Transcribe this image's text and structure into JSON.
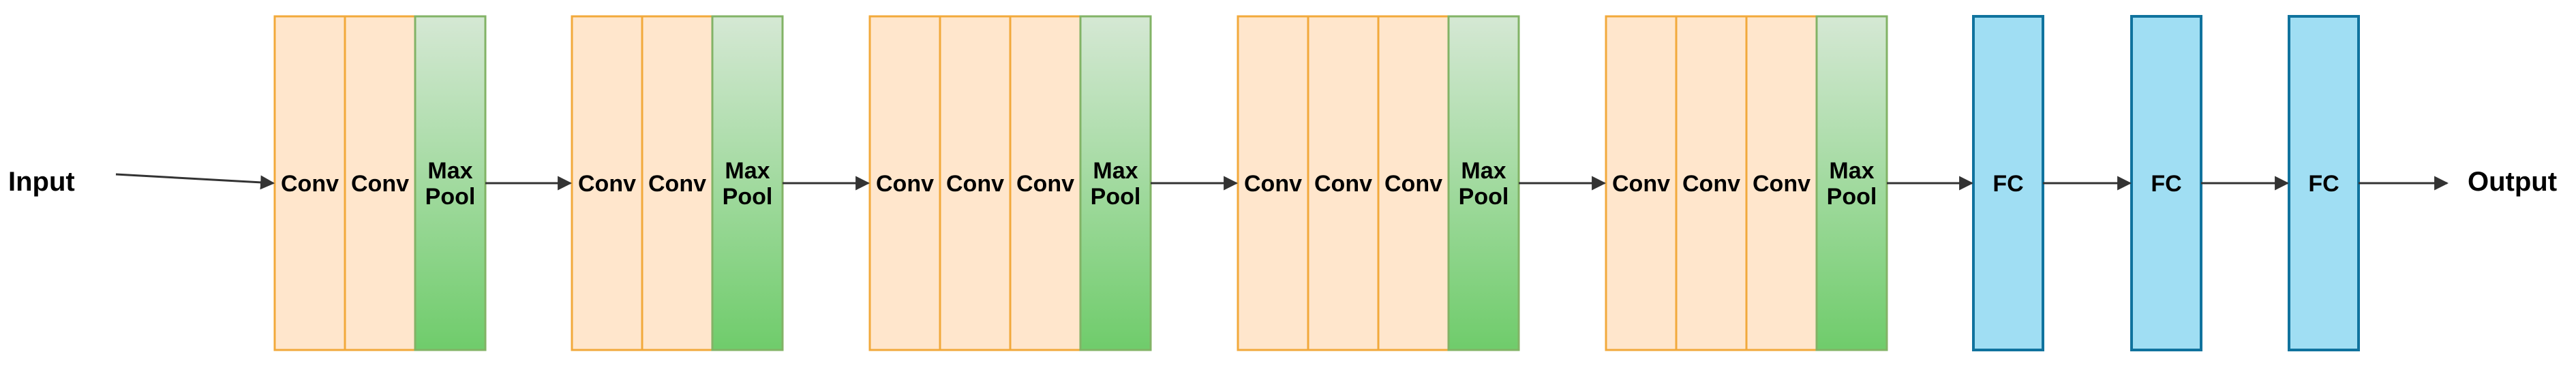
{
  "colors": {
    "conv_fill": "#FFE6CC",
    "conv_stroke": "#F2A93B",
    "pool_fill_top": "#D5E8D4",
    "pool_fill_bottom": "#6FCC6B",
    "pool_stroke": "#82B366",
    "fc_fill": "#A0DEF3",
    "fc_stroke": "#10739E",
    "arrow": "#333333"
  },
  "input_label": "Input",
  "output_label": "Output",
  "blocks": [
    {
      "conv_labels": [
        "Conv",
        "Conv"
      ],
      "pool_label": [
        "Max",
        "Pool"
      ]
    },
    {
      "conv_labels": [
        "Conv",
        "Conv"
      ],
      "pool_label": [
        "Max",
        "Pool"
      ]
    },
    {
      "conv_labels": [
        "Conv",
        "Conv",
        "Conv"
      ],
      "pool_label": [
        "Max",
        "Pool"
      ]
    },
    {
      "conv_labels": [
        "Conv",
        "Conv",
        "Conv"
      ],
      "pool_label": [
        "Max",
        "Pool"
      ]
    },
    {
      "conv_labels": [
        "Conv",
        "Conv",
        "Conv"
      ],
      "pool_label": [
        "Max",
        "Pool"
      ]
    }
  ],
  "fc_layers": [
    {
      "label": "FC"
    },
    {
      "label": "FC"
    },
    {
      "label": "FC"
    }
  ]
}
